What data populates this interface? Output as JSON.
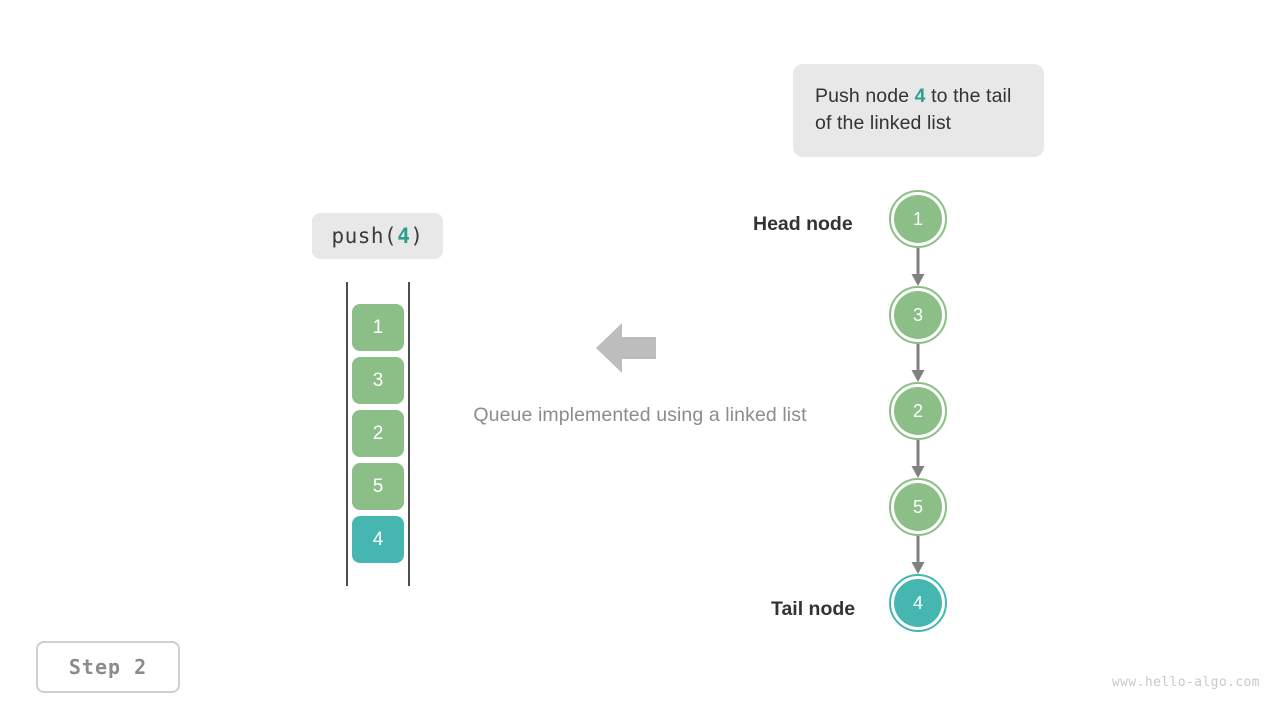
{
  "callout": {
    "text_before": "Push node ",
    "highlight": "4",
    "text_after": " to the tail of the linked list"
  },
  "operation_label": {
    "prefix": "push(",
    "value": "4",
    "suffix": ")"
  },
  "queue_column": {
    "cells": [
      {
        "value": "1",
        "color": "green"
      },
      {
        "value": "3",
        "color": "green"
      },
      {
        "value": "2",
        "color": "green"
      },
      {
        "value": "5",
        "color": "green"
      },
      {
        "value": "4",
        "color": "teal"
      }
    ]
  },
  "caption": "Queue implemented using a linked list",
  "arrow": {
    "direction": "left",
    "name": "left-arrow"
  },
  "linked_list": {
    "head_label": "Head node",
    "tail_label": "Tail node",
    "nodes": [
      {
        "value": "1",
        "color": "green"
      },
      {
        "value": "3",
        "color": "green"
      },
      {
        "value": "2",
        "color": "green"
      },
      {
        "value": "5",
        "color": "green"
      },
      {
        "value": "4",
        "color": "teal"
      }
    ]
  },
  "step_badge": "Step 2",
  "watermark": "www.hello-algo.com",
  "colors": {
    "green": "#8bbf87",
    "teal": "#45b7b0",
    "accent_text": "#2f9e8f",
    "box_gray": "#e8e8e8",
    "connector_gray": "#808080",
    "caption_gray": "#8c8c8c"
  }
}
